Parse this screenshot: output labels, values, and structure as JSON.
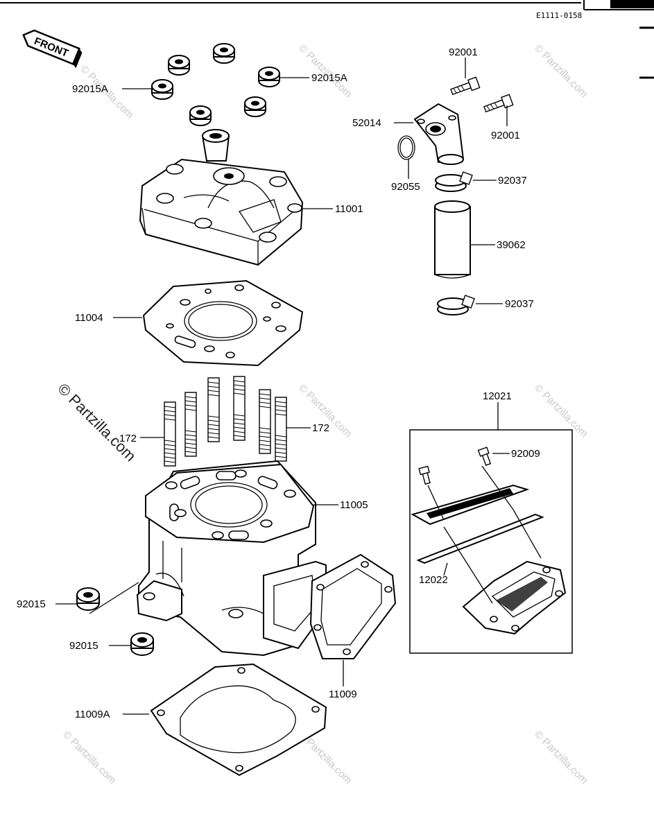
{
  "diagram": {
    "code": "E1111-0158",
    "front_label": "FRONT",
    "watermark_main": "© Partzilla.com",
    "watermark_small": "© Partzilla.com"
  },
  "labels": {
    "p92015A_left": "92015A",
    "p92015A_right": "92015A",
    "p92001_top": "92001",
    "p92001_right": "92001",
    "p52014": "52014",
    "p92055": "92055",
    "p92037_top": "92037",
    "p92037_bottom": "92037",
    "p11001": "11001",
    "p39062": "39062",
    "p11004": "11004",
    "p172_left": "172",
    "p172_right": "172",
    "p12021": "12021",
    "p92009": "92009",
    "p11005": "11005",
    "p12022": "12022",
    "p92015_left": "92015",
    "p92015_bottom": "92015",
    "p11009": "11009",
    "p11009A": "11009A"
  }
}
